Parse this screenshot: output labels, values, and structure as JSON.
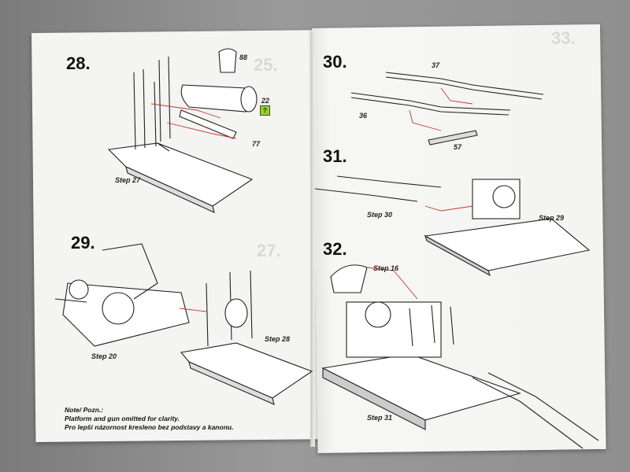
{
  "steps": {
    "s28": {
      "number": "28.",
      "ref_label": "Step 27",
      "parts": [
        "88",
        "22",
        "77"
      ]
    },
    "s29": {
      "number": "29.",
      "ref_labels": [
        "Step 20",
        "Step 28"
      ]
    },
    "s30": {
      "number": "30.",
      "parts": [
        "37",
        "36",
        "57"
      ]
    },
    "s31": {
      "number": "31.",
      "ref_labels": [
        "Step 30",
        "Step 29"
      ]
    },
    "s32": {
      "number": "32.",
      "ref_labels": [
        "Step 16",
        "Step 31"
      ]
    }
  },
  "ghost": {
    "s33": "33.",
    "s25": "25.",
    "s27": "27."
  },
  "note": {
    "line1": "Note/  Pozn.:",
    "line2": "Platform and gun omitted for clarity.",
    "line3": "Pro lepší názornost kresleno bez podstavy a kanonu."
  },
  "colors": {
    "ink": "#222222",
    "guide": "#c0392b",
    "badge": "#9acd32"
  }
}
